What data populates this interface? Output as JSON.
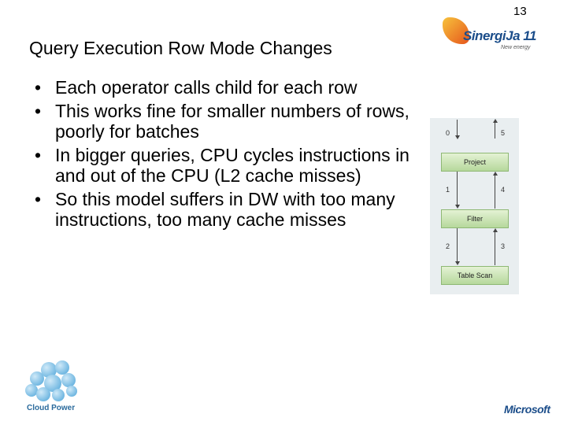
{
  "slide_number": "13",
  "title": "Query Execution Row Mode Changes",
  "bullets": [
    "Each operator calls child for each row",
    "This works fine for smaller numbers of rows, poorly for batches",
    "In bigger queries, CPU cycles instructions in and out of the CPU (L2 cache misses)",
    "So this model suffers in DW with too many instructions, too many cache misses"
  ],
  "bullet_symbol": "•",
  "logo": {
    "name": "SinergiJa 11",
    "tagline": "New energy"
  },
  "diagram": {
    "boxes": [
      "Project",
      "Filter",
      "Table Scan"
    ],
    "numbers": [
      "0",
      "5",
      "1",
      "4",
      "2",
      "3"
    ]
  },
  "cloud_logo_label": "Cloud Power",
  "microsoft_logo": "Microsoft"
}
